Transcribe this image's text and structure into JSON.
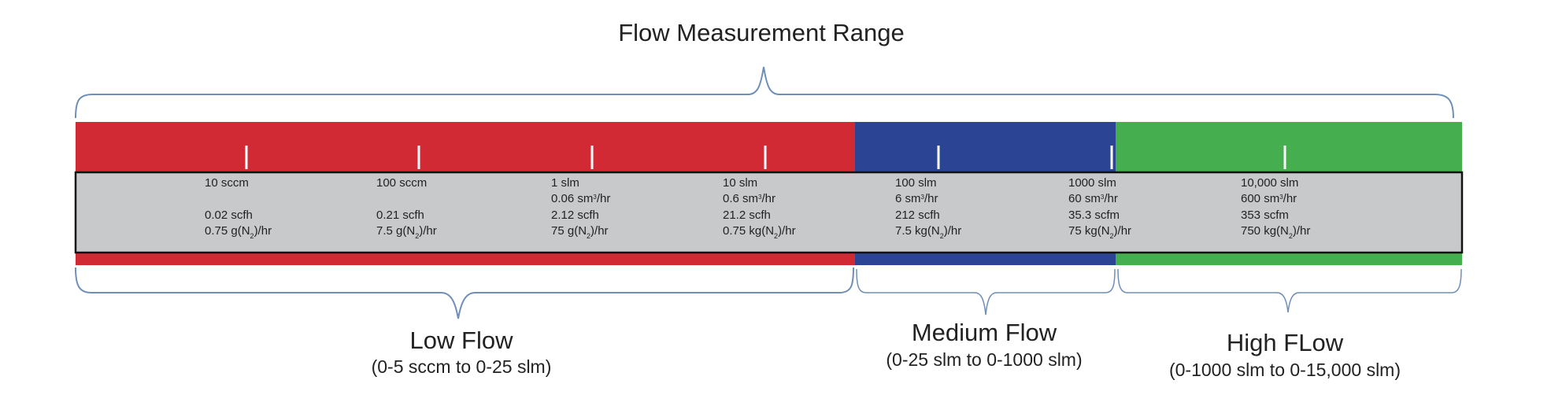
{
  "title": "Flow Measurement Range",
  "colors": {
    "low": "#d12a35",
    "medium": "#2b4594",
    "high": "#45ae4f",
    "band": "#c8c9cb",
    "bracket": "#6f8fb8"
  },
  "ranges": [
    {
      "id": "low",
      "name": "Low Flow",
      "span": "(0-5 sccm to 0-25 slm)"
    },
    {
      "id": "medium",
      "name": "Medium Flow",
      "span": "(0-25 slm to 0-1000 slm)"
    },
    {
      "id": "high",
      "name": "High FLow",
      "span": "(0-1000 slm to 0-15,000 slm)"
    }
  ],
  "ticks": [
    {
      "lines": [
        [
          "10 sccm"
        ],
        [],
        [
          "0.02 scfh"
        ],
        [
          "0.75 g(N",
          {
            "sub": "2"
          },
          ")/hr"
        ]
      ]
    },
    {
      "lines": [
        [
          "100 sccm"
        ],
        [],
        [
          "0.21 scfh"
        ],
        [
          "7.5 g(N",
          {
            "sub": "2"
          },
          ")/hr"
        ]
      ]
    },
    {
      "lines": [
        [
          "1 slm"
        ],
        [
          "0.06 sm",
          {
            "sup": "3"
          },
          "/hr"
        ],
        [
          "2.12 scfh"
        ],
        [
          "75 g(N",
          {
            "sub": "2"
          },
          ")/hr"
        ]
      ]
    },
    {
      "lines": [
        [
          "10 slm"
        ],
        [
          "0.6 sm",
          {
            "sup": "3"
          },
          "/hr"
        ],
        [
          "21.2 scfh"
        ],
        [
          "0.75 kg(N",
          {
            "sub": "2"
          },
          ")/hr"
        ]
      ]
    },
    {
      "lines": [
        [
          "100 slm"
        ],
        [
          "6 sm",
          {
            "sup": "3"
          },
          "/hr"
        ],
        [
          "212 scfh"
        ],
        [
          "7.5 kg(N",
          {
            "sub": "2"
          },
          ")/hr"
        ]
      ]
    },
    {
      "lines": [
        [
          "1000 slm"
        ],
        [
          "60 sm",
          {
            "sup": "3"
          },
          "/hr"
        ],
        [
          "35.3 scfm"
        ],
        [
          "75 kg(N",
          {
            "sub": "2"
          },
          ")/hr"
        ]
      ]
    },
    {
      "lines": [
        [
          "10,000 slm"
        ],
        [
          "600 sm",
          {
            "sup": "3"
          },
          "/hr"
        ],
        [
          "353 scfm"
        ],
        [
          "750 kg(N",
          {
            "sub": "2"
          },
          ")/hr"
        ]
      ]
    }
  ]
}
